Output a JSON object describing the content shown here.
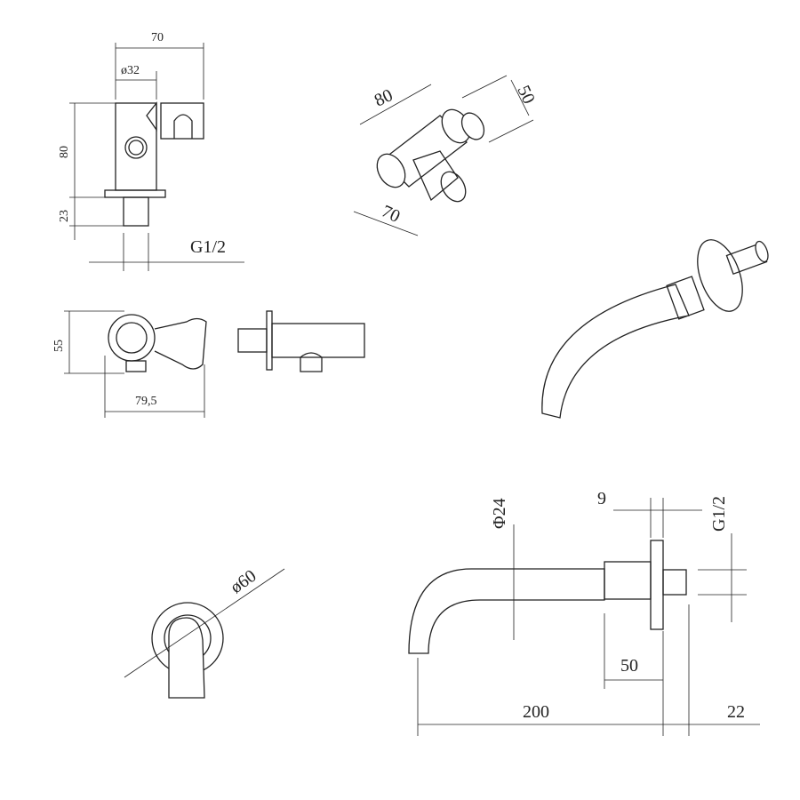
{
  "dimensions": {
    "bracket_width": "70",
    "bracket_diameter": "ø32",
    "bracket_height": "80",
    "bracket_stem": "23",
    "bracket_thread": "G1/2",
    "iso_length": "80",
    "iso_depth": "50",
    "iso_width": "70",
    "top_height": "55",
    "top_width": "79,5",
    "spout_diameter": "Φ24",
    "flange_thickness": "9",
    "spout_thread": "G1/2",
    "flange_diameter": "ø60",
    "body_length": "50",
    "spout_length": "200",
    "stem_length": "22"
  },
  "colors": {
    "line": "#222222",
    "background": "#ffffff"
  }
}
